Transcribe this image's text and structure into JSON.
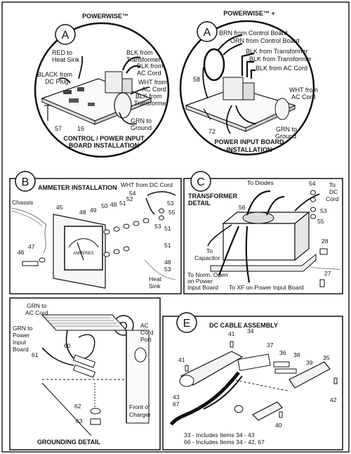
{
  "panel_a1": {
    "letter": "A",
    "header": "POWERWISE™",
    "caption_line1": "CONTROL / POWER INPUT",
    "caption_line2": "BOARD INSTALLATION",
    "labels": {
      "red1": "RED to",
      "red2": "Heat Sink",
      "black1": "BLACK from",
      "black2": "DC Plug",
      "blk_tr1": "BLK from",
      "blk_tr2": "Transformer",
      "blk_ac1": "BLK from",
      "blk_ac2": "AC Cord",
      "wht1": "WHT from",
      "wht2": "AC Cord",
      "blk_tr3": "BLK from",
      "blk_tr4": "Transformer",
      "grn1": "GRN to",
      "grn2": "Ground",
      "n57": "57",
      "n16": "16"
    }
  },
  "panel_a2": {
    "letter": "A",
    "header": "POWERWISE™ +",
    "caption_line1": "POWER INPUT BOARD",
    "caption_line2": "INSTALLATION",
    "labels": {
      "brn": "BRN from Control Board",
      "orn": "ORN from Control Board",
      "blk_tr": "BLK from Transformer",
      "blk_tr2": "BLK from Transformer",
      "blk_ac": "BLK from AC Cord",
      "wht1": "WHT from",
      "wht2": "AC Cord",
      "grn1": "GRN to",
      "grn2": "Ground",
      "n58": "58",
      "n72": "72"
    }
  },
  "panel_b": {
    "letter": "B",
    "title": "AMMETER INSTALLATION",
    "labels": {
      "wht_dc": "WHT from DC Cord",
      "chassis": "Chassis",
      "heat1": "Heat",
      "heat2": "Sink",
      "n54": "54",
      "n53a": "53",
      "n55": "55",
      "n45": "45",
      "n48a": "48",
      "n49": "49",
      "n50": "50",
      "n48b": "48",
      "n51a": "51",
      "n52": "52",
      "n53b": "53",
      "n51b": "51",
      "n47": "47",
      "n46": "46",
      "n51c": "51",
      "n48c": "48",
      "n53c": "53"
    }
  },
  "panel_c": {
    "letter": "C",
    "title1": "TRANSFORMER",
    "title2": "DETAIL",
    "labels": {
      "diodes": "To Diodes",
      "n54": "54",
      "todc1": "To",
      "todc2": "DC",
      "todc3": "Cord",
      "n56": "56",
      "n53": "53",
      "n55": "55",
      "n28": "28",
      "cap1": "To",
      "cap2": "Capacitor",
      "n27": "27",
      "norm1": "To Norm. Open",
      "norm2": "on Power",
      "norm3": "Input Board",
      "xf": "To XF on Power Input Board"
    }
  },
  "panel_d": {
    "letter": "D",
    "caption": "GROUNDING DETAIL",
    "labels": {
      "grn_ac1": "GRN to",
      "grn_ac2": "AC Cord",
      "grn_pw1": "GRN to",
      "grn_pw2": "Power",
      "grn_pw3": "Input",
      "grn_pw4": "Board",
      "n60": "60",
      "n61": "61",
      "ac1": "AC",
      "ac2": "Cord",
      "ac3": "Port",
      "n62": "62",
      "n63": "63",
      "front1": "Front of",
      "front2": "Charger"
    }
  },
  "panel_e": {
    "letter": "E",
    "title": "DC CABLE ASSEMBLY",
    "labels": {
      "n41a": "41",
      "n34": "34",
      "n37": "37",
      "n36": "36",
      "n38": "38",
      "n35": "35",
      "n39": "39",
      "n41b": "41",
      "n42": "42",
      "n43": "43",
      "n67": "67",
      "n40": "40",
      "note1": "33 - Includes Items 34 - 43",
      "note2": "66 - Includes Items 34 - 42, 67"
    }
  }
}
